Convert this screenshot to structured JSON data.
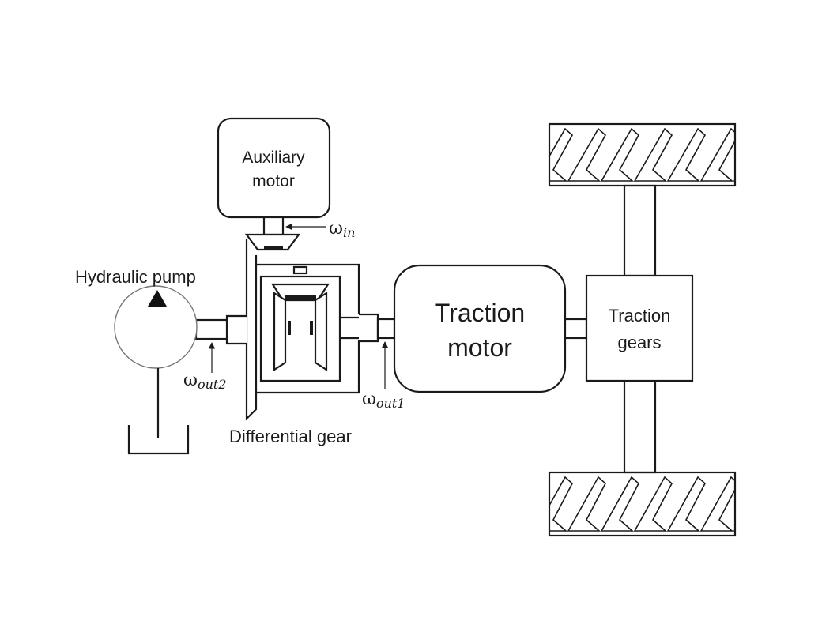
{
  "diagram": {
    "labels": {
      "auxiliary_motor_line1": "Auxiliary",
      "auxiliary_motor_line2": "motor",
      "hydraulic_pump": "Hydraulic pump",
      "differential_gear": "Differential gear",
      "traction_motor_line1": "Traction",
      "traction_motor_line2": "motor",
      "traction_gears_line1": "Traction",
      "traction_gears_line2": "gears"
    },
    "omega_symbol": "ω",
    "speeds": {
      "in": "in",
      "out1": "out1",
      "out2": "out2"
    }
  }
}
